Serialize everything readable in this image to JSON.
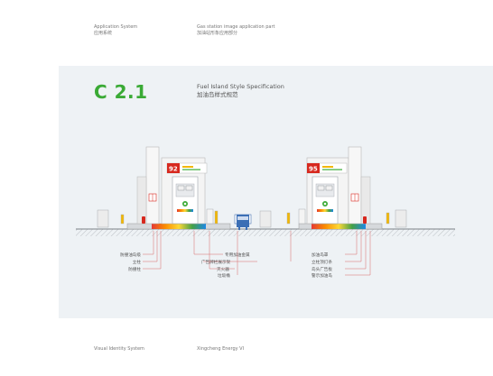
{
  "header": {
    "left_en": "Application System",
    "left_cn": "应用系统",
    "right_en": "Gas station image application part",
    "right_cn": "加油站形象应用部分"
  },
  "panel": {
    "code": "C 2.1",
    "title_en": "Fuel Island Style Specification",
    "title_cn": "加油岛样式规范"
  },
  "pumps": {
    "left_price": "92",
    "right_price": "95"
  },
  "labels": {
    "left_group": [
      "防撞油岛级",
      "立柱",
      "防撞柱"
    ],
    "middle_group": [
      "专用加油金属",
      "广告牌栏展示架",
      "灭火器",
      "垃圾桶"
    ],
    "right_group": [
      "加油岛罩",
      "立柱顶灯条",
      "岛头广告板",
      "警示加油岛"
    ]
  },
  "footer": {
    "left": "Visual Identity System",
    "right": "Xingcheng Energy VI"
  },
  "colors": {
    "accent_green": "#3aaa35",
    "brand_red": "#d7281e",
    "leader_red": "#d96a6a",
    "panel_bg": "#eef2f5"
  }
}
